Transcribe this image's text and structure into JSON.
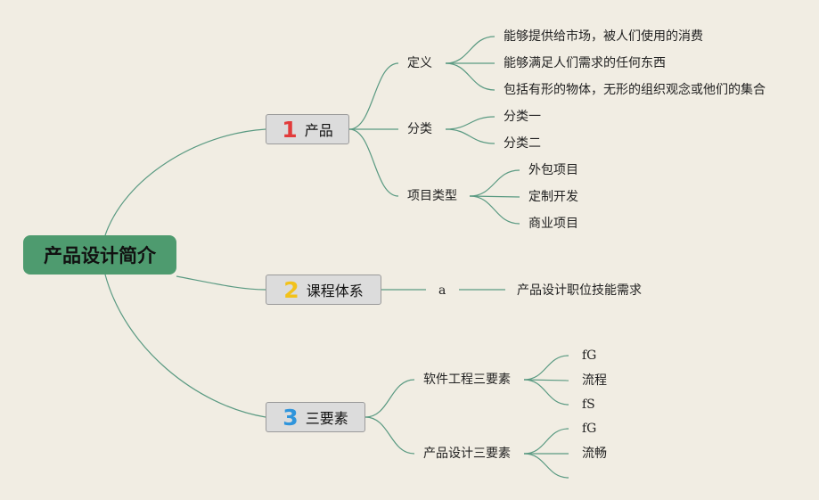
{
  "root": {
    "label": "产品设计简介",
    "color": "#4e9b6f"
  },
  "line_color": "#5a9a82",
  "topics": [
    {
      "num": "1",
      "num_color": "#e23b3b",
      "label": "产品"
    },
    {
      "num": "2",
      "num_color": "#f2c21b",
      "label": "课程体系"
    },
    {
      "num": "3",
      "num_color": "#2f95dc",
      "label": "三要素"
    }
  ],
  "subtopics": {
    "definition": "定义",
    "category": "分类",
    "project_types": "项目类型",
    "curriculum_a": "a",
    "software_three": "软件工程三要素",
    "design_three": "产品设计三要素"
  },
  "leaves": {
    "definition": [
      "能够提供给市场，被人们使用的消费",
      "能够满足人们需求的任何东西",
      "包括有形的物体，无形的组织观念或他们的集合"
    ],
    "category": [
      "分类一",
      "分类二"
    ],
    "project_types": [
      "外包项目",
      "定制开发",
      "商业项目"
    ],
    "curriculum_a": [
      "产品设计职位技能需求"
    ],
    "software_three": [
      "fG",
      "流程",
      "fS"
    ],
    "design_three": [
      "fG",
      "流畅",
      ""
    ]
  }
}
